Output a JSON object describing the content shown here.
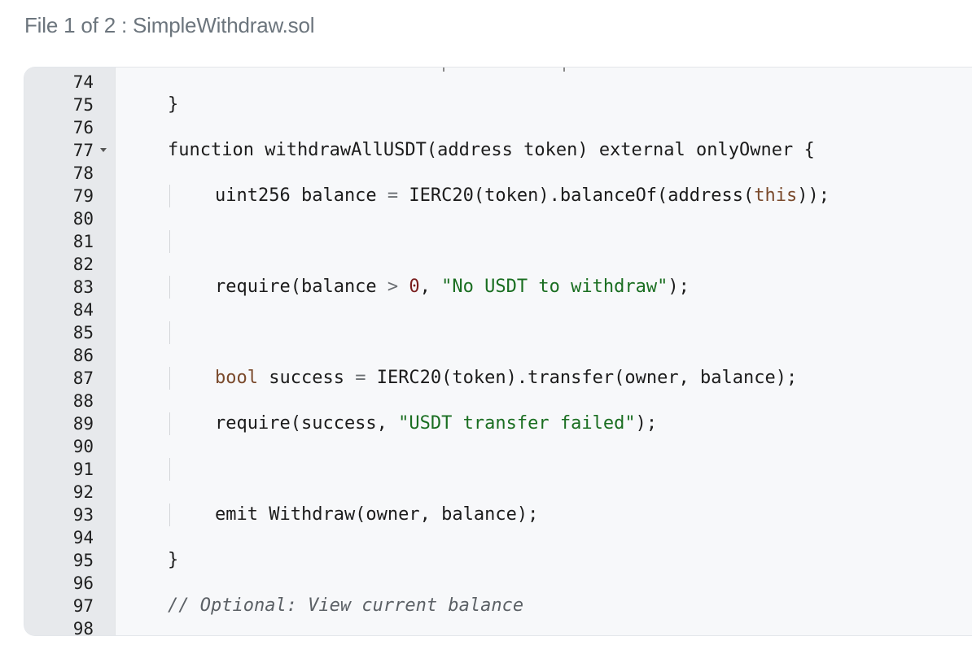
{
  "header": {
    "title": "File 1 of 2 : SimpleWithdraw.sol"
  },
  "gutter": {
    "line_numbers": [
      "74",
      "75",
      "76",
      "77",
      "78",
      "79",
      "80",
      "81",
      "82",
      "83",
      "84",
      "85",
      "86",
      "87",
      "88",
      "89",
      "90",
      "91",
      "92",
      "93",
      "94",
      "95",
      "96",
      "97",
      "98"
    ],
    "fold_line": "77"
  },
  "code": {
    "close_brace_1": "}",
    "fn": {
      "kw": "function",
      "name_args": " withdrawAllUSDT(address token) external onlyOwner {"
    },
    "balance": {
      "a": "uint256 balance ",
      "op": "=",
      "b": " IERC20(token).balanceOf(address(",
      "kw": "this",
      "c": "));"
    },
    "require1": {
      "a": "require(balance ",
      "op": ">",
      "sp": " ",
      "num": "0",
      "b": ", ",
      "str": "\"No USDT to withdraw\"",
      "c": ");"
    },
    "success": {
      "kw": "bool",
      "a": " success ",
      "op": "=",
      "b": " IERC20(token).transfer(owner, balance);"
    },
    "require2": {
      "a": "require(success, ",
      "str": "\"USDT transfer failed\"",
      "c": ");"
    },
    "emit": "emit Withdraw(owner, balance);",
    "close_brace_2": "}",
    "comment": "// Optional: View current balance"
  },
  "colors": {
    "keyword": "#7a4a2c",
    "number": "#7a1f1f",
    "string": "#1a6e21",
    "comment": "#5c6166",
    "operator": "#6b6f73"
  }
}
